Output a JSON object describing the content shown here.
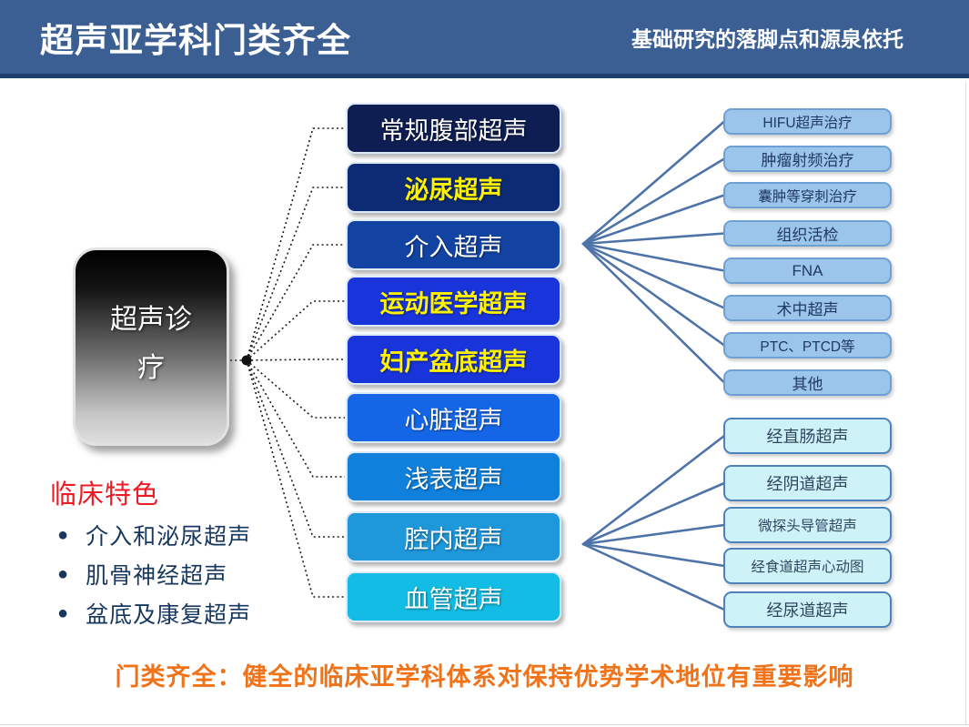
{
  "header": {
    "title": "超声亚学科门类齐全",
    "subtitle": "基础研究的落脚点和源泉依托",
    "bg_color": "#3B5F92",
    "border_color": "#1E4070"
  },
  "root_node": {
    "label": "超声诊疗"
  },
  "subspecialties": [
    {
      "label": "常规腹部超声",
      "bg": "#0E1E52",
      "fg": "#FFFFFF",
      "bold": false
    },
    {
      "label": "泌尿超声",
      "bg": "#0C2B74",
      "fg": "#FFF200",
      "bold": true
    },
    {
      "label": "介入超声",
      "bg": "#1243A3",
      "fg": "#FFFFFF",
      "bold": false
    },
    {
      "label": "运动医学超声",
      "bg": "#1834DA",
      "fg": "#FFF200",
      "bold": true
    },
    {
      "label": "妇产盆底超声",
      "bg": "#1834DA",
      "fg": "#FFF200",
      "bold": true
    },
    {
      "label": "心脏超声",
      "bg": "#1566E6",
      "fg": "#FFFFFF",
      "bold": false
    },
    {
      "label": "浅表超声",
      "bg": "#0F80DC",
      "fg": "#FFFFFF",
      "bold": false
    },
    {
      "label": "腔内超声",
      "bg": "#1E97DB",
      "fg": "#FFFFFF",
      "bold": false
    },
    {
      "label": "血管超声",
      "bg": "#12BCE4",
      "fg": "#FFFFFF",
      "bold": false
    }
  ],
  "interventional_branches": [
    "HIFU超声治疗",
    "肿瘤射频治疗",
    "囊肿等穿刺治疗",
    "组织活检",
    "FNA",
    "术中超声",
    "PTC、PTCD等",
    "其他"
  ],
  "endocavitary_branches": [
    "经直肠超声",
    "经阴道超声",
    "微探头导管超声",
    "经食道超声心动图",
    "经尿道超声"
  ],
  "clinical_features": {
    "title": "临床特色",
    "title_color": "#ED1C24",
    "bullet_glyph": "●",
    "items": [
      "介入和泌尿超声",
      "肌骨神经超声",
      "盆底及康复超声"
    ]
  },
  "footer": {
    "text": "门类齐全：健全的临床亚学科体系对保持优势学术地位有重要影响",
    "color": "#F0731A"
  },
  "connector_colors": {
    "dotted": "#1A1A1A",
    "solid": "#4E73A8"
  }
}
